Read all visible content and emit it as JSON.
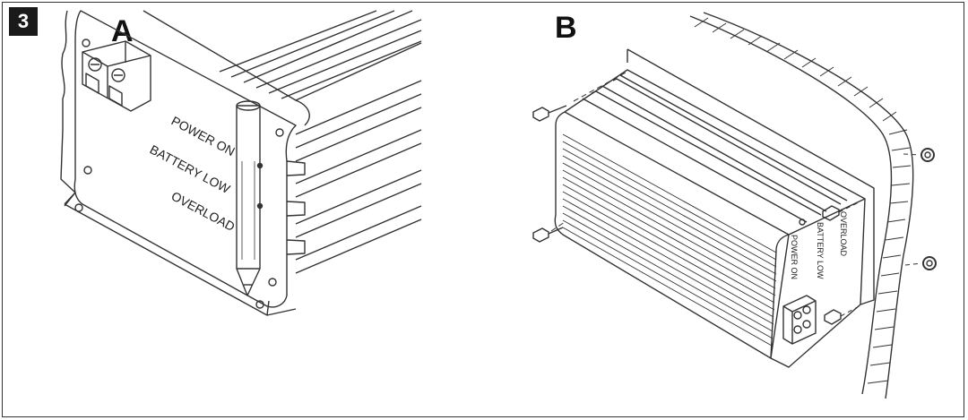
{
  "step_number": "3",
  "panel_a": {
    "letter": "A",
    "leds": [
      "POWER ON",
      "BATTERY LOW",
      "OVERLOAD"
    ]
  },
  "panel_b": {
    "letter": "B",
    "leds": [
      "POWER ON",
      "BATTERY LOW",
      "OVERLOAD"
    ]
  },
  "colors": {
    "line": "#333333",
    "badge": "#1a1a1a"
  }
}
